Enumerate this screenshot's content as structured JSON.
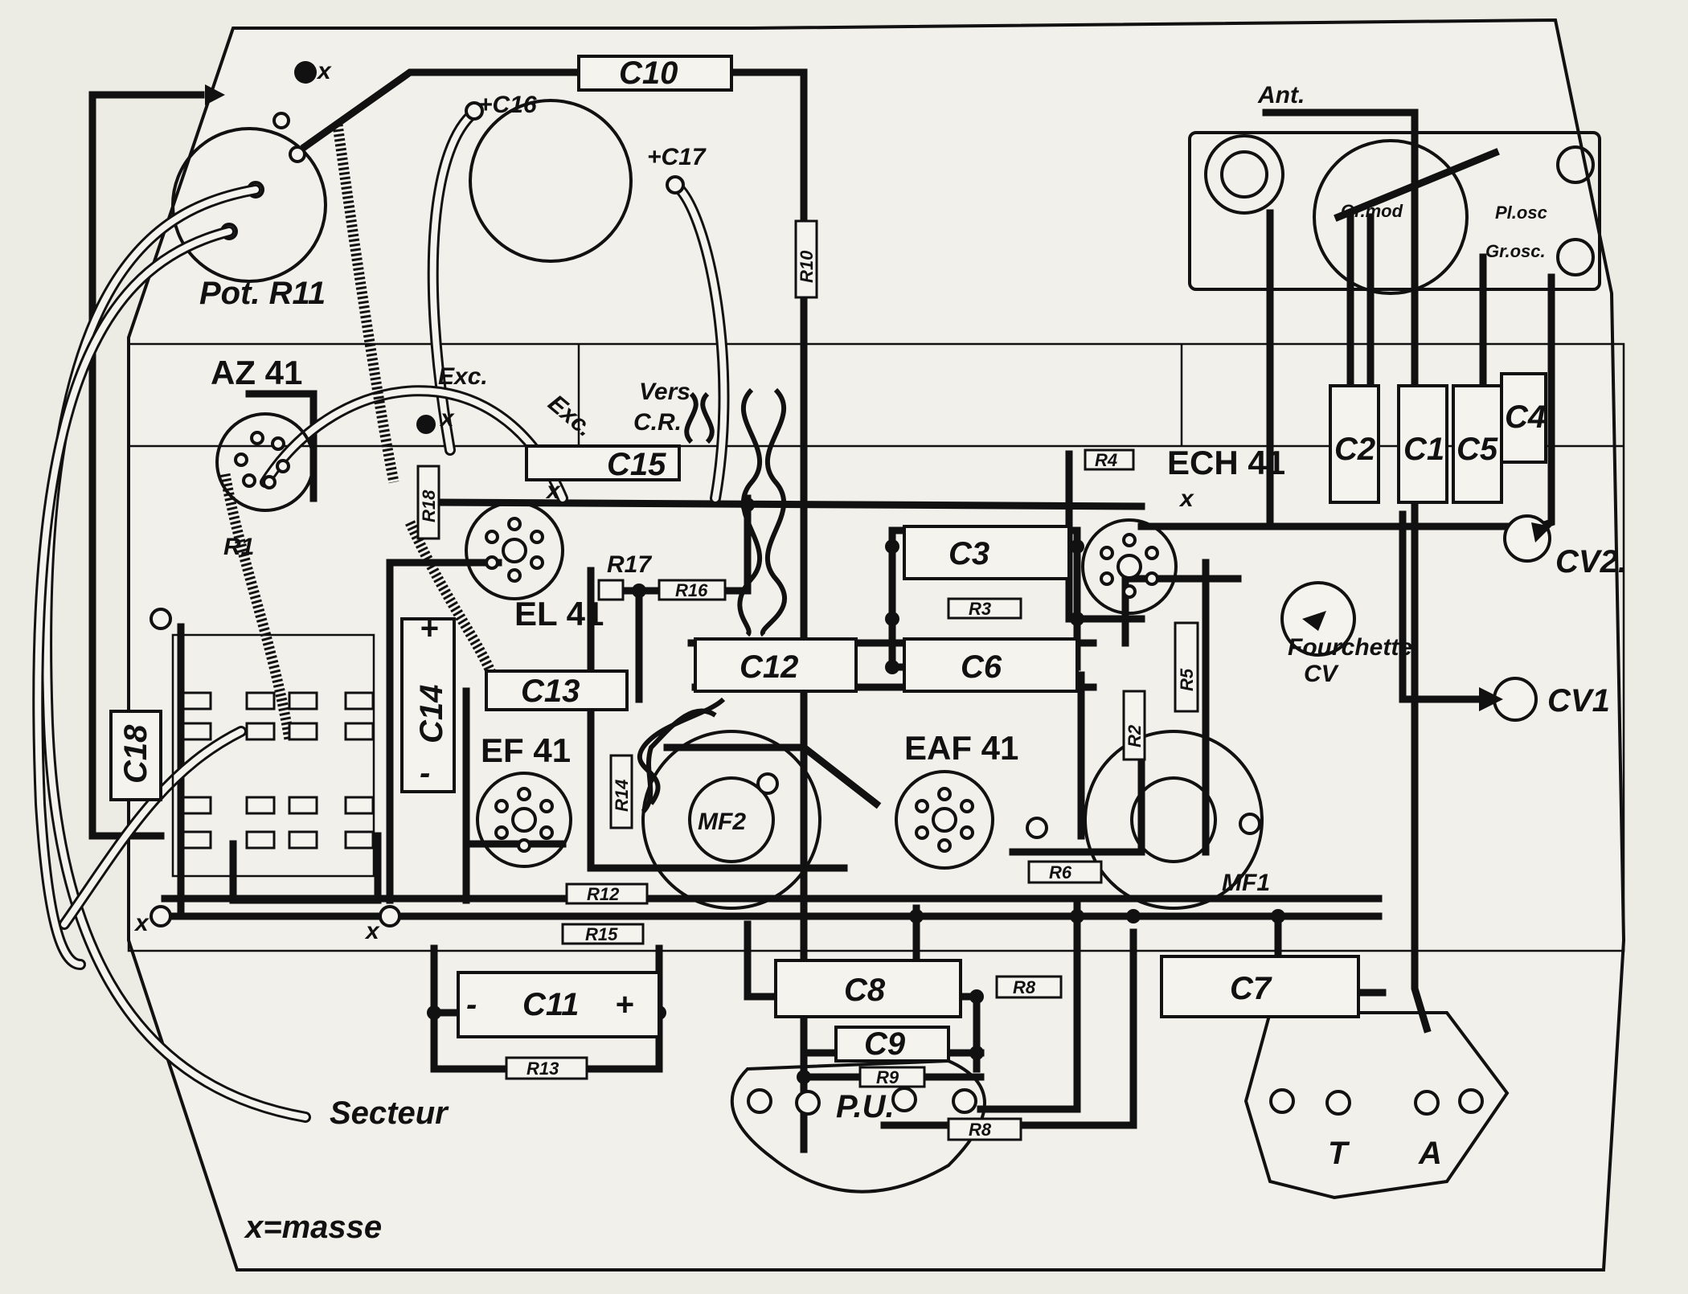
{
  "labels": {
    "pot": "Pot. R11",
    "az41": "AZ 41",
    "el41": "EL 41",
    "ef41": "EF 41",
    "eaf41": "EAF 41",
    "ech41": "ECH 41",
    "mf1": "MF1",
    "mf2": "MF2",
    "c16": "+C16",
    "c17": "+C17",
    "ant": "Ant.",
    "gr_mod": "Gr.mod",
    "pl_osc": "Pl.osc",
    "gr_osc": "Gr.osc.",
    "exc1": "Exc.",
    "exc2": "Exc.",
    "vers1": "Vers",
    "vers2": "C.R.",
    "fourchette1": "Fourchette",
    "fourchette2": "CV",
    "cv1": "CV1",
    "cv2": "CV2.",
    "secteur": "Secteur",
    "pu": "P.U.",
    "t": "T",
    "a": "A",
    "masse": "x=masse",
    "x": "x",
    "plus": "+",
    "minus": "-"
  },
  "capacitors": {
    "c1": "C1",
    "c2": "C2",
    "c3": "C3",
    "c4": "C4",
    "c5": "C5",
    "c6": "C6",
    "c7": "C7",
    "c8": "C8",
    "c9": "C9",
    "c10": "C10",
    "c11": "C11",
    "c12": "C12",
    "c13": "C13",
    "c14": "C14",
    "c15": "C15",
    "c18": "C18"
  },
  "resistors": {
    "r1": "R1",
    "r2": "R2",
    "r3": "R3",
    "r4": "R4",
    "r5": "R5",
    "r6": "R6",
    "r8a": "R8",
    "r8b": "R8",
    "r9": "R9",
    "r10": "R10",
    "r12": "R12",
    "r13": "R13",
    "r14": "R14",
    "r15": "R15",
    "r16": "R16",
    "r17": "R17",
    "r18": "R18"
  }
}
